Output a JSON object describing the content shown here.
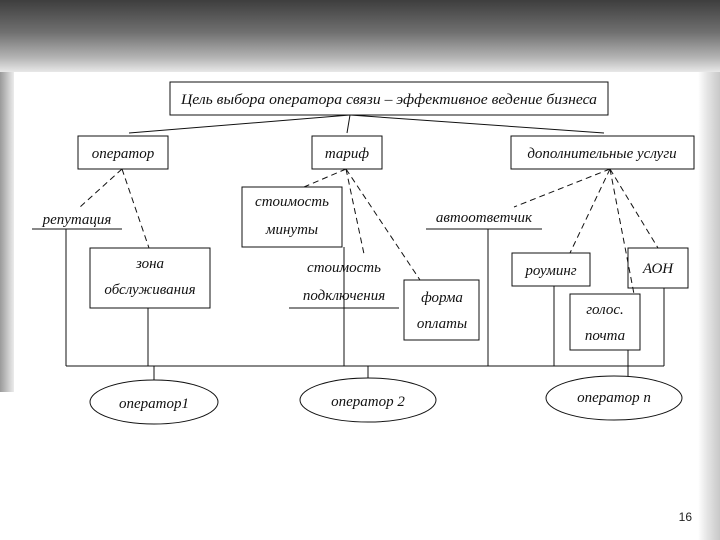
{
  "diagram": {
    "title": "Цель выбора оператора связи – эффективное ведение бизнеса",
    "level1": {
      "operator": "оператор",
      "tariff": "тариф",
      "services": "дополнительные услуги"
    },
    "criteria": {
      "reputation": "репутация",
      "zone_line1": "зона",
      "zone_line2": "обслуживания",
      "cost_min_line1": "стоимость",
      "cost_min_line2": "минуты",
      "cost_conn_line1": "стоимость",
      "cost_conn_line2": "подключения",
      "payment_line1": "форма",
      "payment_line2": "оплаты",
      "answering": "автоответчик",
      "roaming": "роуминг",
      "aon": "АОН",
      "voicemail_line1": "голос.",
      "voicemail_line2": "почта"
    },
    "alternatives": {
      "op1": "оператор1",
      "op2": "оператор 2",
      "opn": "оператор n"
    }
  },
  "page_number": "16"
}
